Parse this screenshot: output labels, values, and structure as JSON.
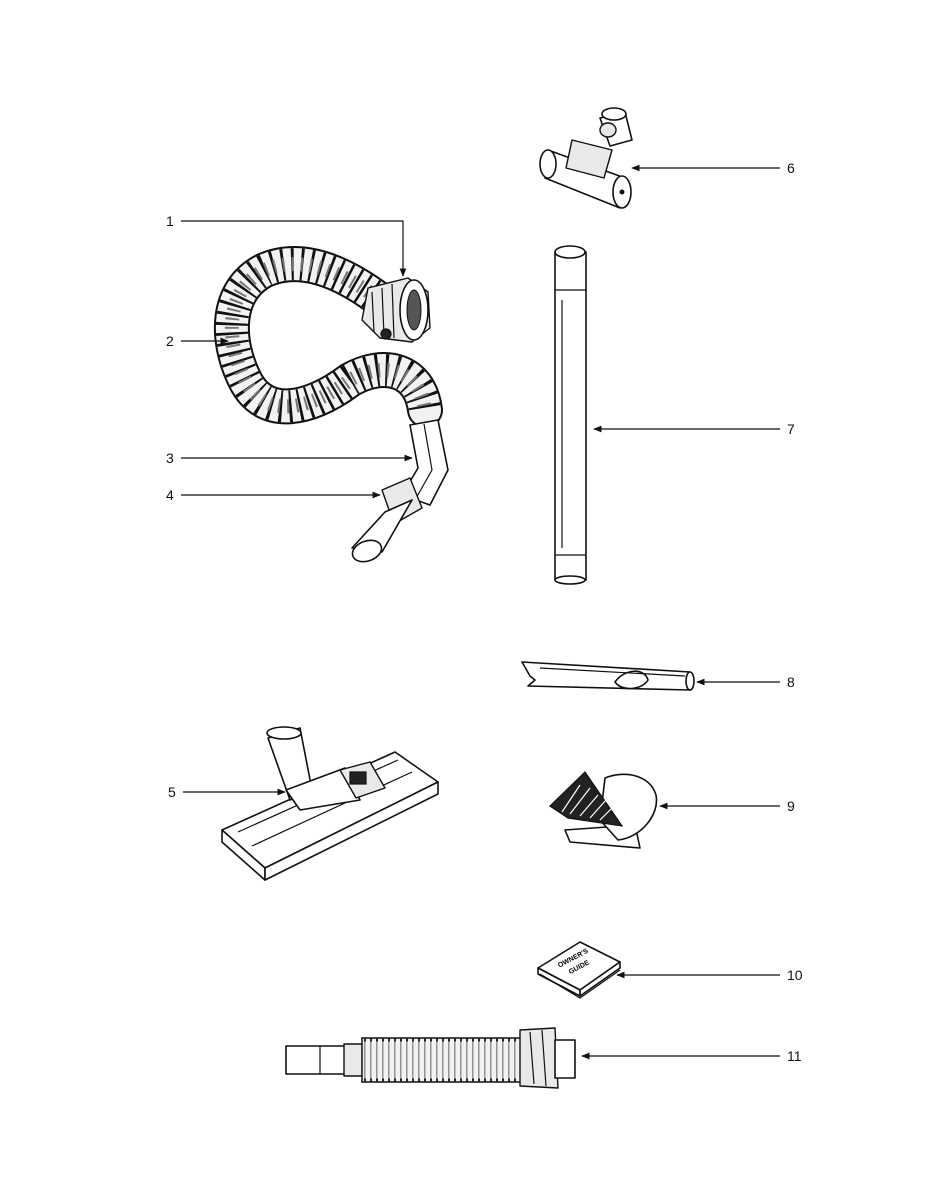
{
  "callouts": [
    {
      "id": "1",
      "label": "1"
    },
    {
      "id": "2",
      "label": "2"
    },
    {
      "id": "3",
      "label": "3"
    },
    {
      "id": "4",
      "label": "4"
    },
    {
      "id": "5",
      "label": "5"
    },
    {
      "id": "6",
      "label": "6"
    },
    {
      "id": "7",
      "label": "7"
    },
    {
      "id": "8",
      "label": "8"
    },
    {
      "id": "9",
      "label": "9"
    },
    {
      "id": "10",
      "label": "10"
    },
    {
      "id": "11",
      "label": "11"
    }
  ],
  "booklet_text_line1": "OWNER'S",
  "booklet_text_line2": "GUIDE"
}
